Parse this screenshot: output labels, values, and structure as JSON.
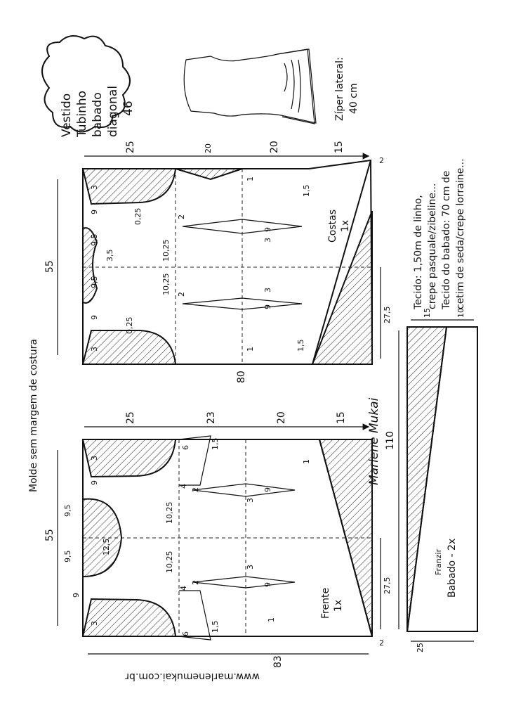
{
  "title": {
    "line1": "Vestido",
    "line2": "Tubinho",
    "line3": "babado",
    "line4": "diagonal",
    "size": "46"
  },
  "notes": {
    "zipper": "Zíper lateral:",
    "zipper_len": "40 cm",
    "fabric_line1": "Tecido: 1,50m de linho,",
    "fabric_line2": "crepe pasquale/zibeline...",
    "fabric_line3": "Tecido do babado: 70 cm de",
    "fabric_line4": "cetim de seda/crepe lorraine..."
  },
  "subtitle": "Molde sem margem de costura",
  "website": "www.marlenemukai.com.br",
  "signature": "Marlene Mukai",
  "back": {
    "label": "Costas",
    "qty": "1x",
    "top_dims": [
      "25",
      "20",
      "20",
      "15"
    ],
    "width": "55",
    "length": "80",
    "hem_side": "27,5",
    "neck": [
      "3",
      "9",
      "9,5",
      "9,5",
      "9",
      "3"
    ],
    "marks": [
      "0,25",
      "3,5",
      "0,25",
      "10,25",
      "10,25",
      "2",
      "2",
      "9",
      "9",
      "3",
      "3",
      "1",
      "1",
      "1,5",
      "1,5"
    ]
  },
  "front": {
    "label": "Frente",
    "qty": "1x",
    "top_dims": [
      "25",
      "23",
      "20",
      "15"
    ],
    "width": "55",
    "length": "83",
    "hem_side": "27,5",
    "neck": [
      "3",
      "9",
      "9,5",
      "9,5",
      "9",
      "3"
    ],
    "marks": [
      "12,5",
      "10,25",
      "10,25",
      "6",
      "4",
      "4",
      "6",
      "1,5",
      "1,5",
      "9",
      "9",
      "3",
      "3",
      "1",
      "1",
      "2",
      "2"
    ]
  },
  "ruffle": {
    "label": "Babado - 2x",
    "gather": "Franzir",
    "length": "110",
    "dims": [
      "15",
      "10",
      "25"
    ]
  },
  "hem_marks": [
    "2",
    "2"
  ]
}
